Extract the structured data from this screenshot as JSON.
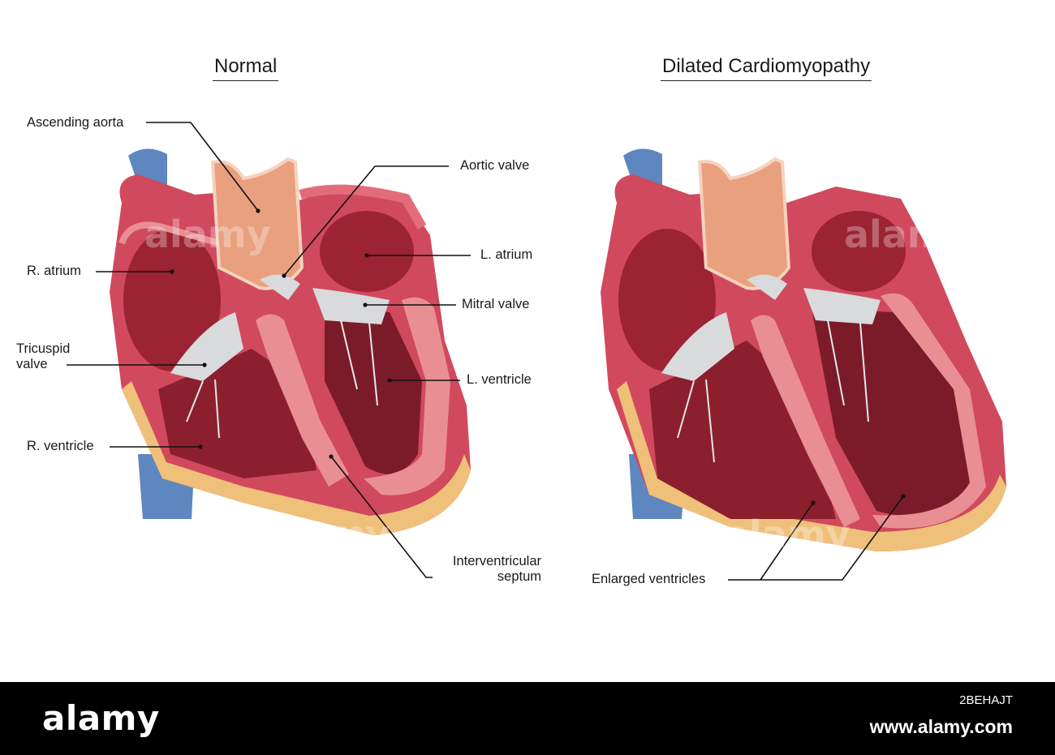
{
  "panels": {
    "normal": {
      "title": "Normal"
    },
    "dilated": {
      "title": "Dilated Cardiomyopathy"
    }
  },
  "labels": {
    "ascending_aorta": "Ascending aorta",
    "r_atrium": "R. atrium",
    "tricuspid_valve_line1": "Tricuspid",
    "tricuspid_valve_line2": "valve",
    "r_ventricle": "R. ventricle",
    "aortic_valve": "Aortic valve",
    "l_atrium": "L. atrium",
    "mitral_valve": "Mitral valve",
    "l_ventricle": "L. ventricle",
    "interventricular_septum_line1": "Interventricular",
    "interventricular_septum_line2": "septum",
    "enlarged_ventricles": "Enlarged ventricles"
  },
  "footer": {
    "logo": "alamy",
    "stock_id": "2BEHAJT",
    "site": "www.alamy.com"
  },
  "watermark": "alamy",
  "colors": {
    "muscle": "#e98f93",
    "chamber": "#9c2332",
    "chamber_dark": "#6e1422",
    "atrium_wall": "#c9485a",
    "vena_cava": "#5e86bf",
    "aorta": "#e9a07e",
    "valve": "#d8dadb",
    "fat": "#efc07a"
  }
}
